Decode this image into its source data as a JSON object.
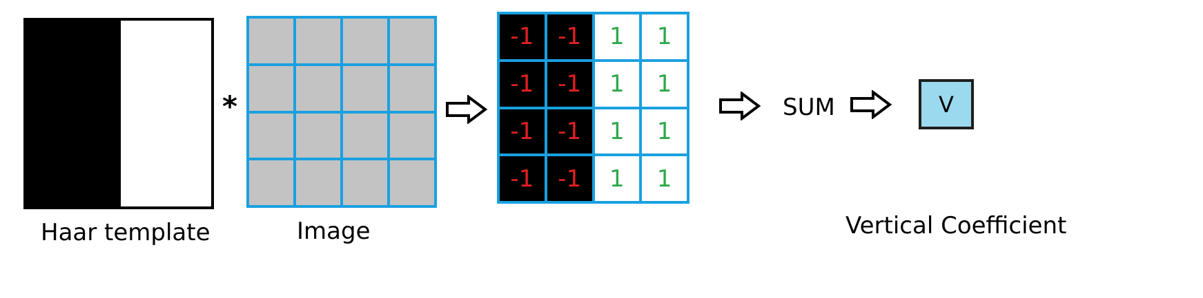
{
  "haar_template": {
    "label": "Haar template",
    "left_color": "#000000",
    "right_color": "#ffffff"
  },
  "operator": "*",
  "image": {
    "label": "Image",
    "rows": 4,
    "cols": 4,
    "cell_color": "#c3c3c3",
    "grid_color": "#1aa0e0"
  },
  "result_grid": {
    "cells": [
      [
        "-1",
        "-1",
        "1",
        "1"
      ],
      [
        "-1",
        "-1",
        "1",
        "1"
      ],
      [
        "-1",
        "-1",
        "1",
        "1"
      ],
      [
        "-1",
        "-1",
        "1",
        "1"
      ]
    ],
    "negative_text_color": "#e02020",
    "positive_text_color": "#2ea84a"
  },
  "sum_label": "SUM",
  "coefficient": {
    "value": "V",
    "label": "Vertical Coefficient",
    "fill_color": "#9ad9ee"
  },
  "icons": [
    "right-arrow-icon",
    "right-arrow-icon",
    "right-arrow-icon"
  ]
}
